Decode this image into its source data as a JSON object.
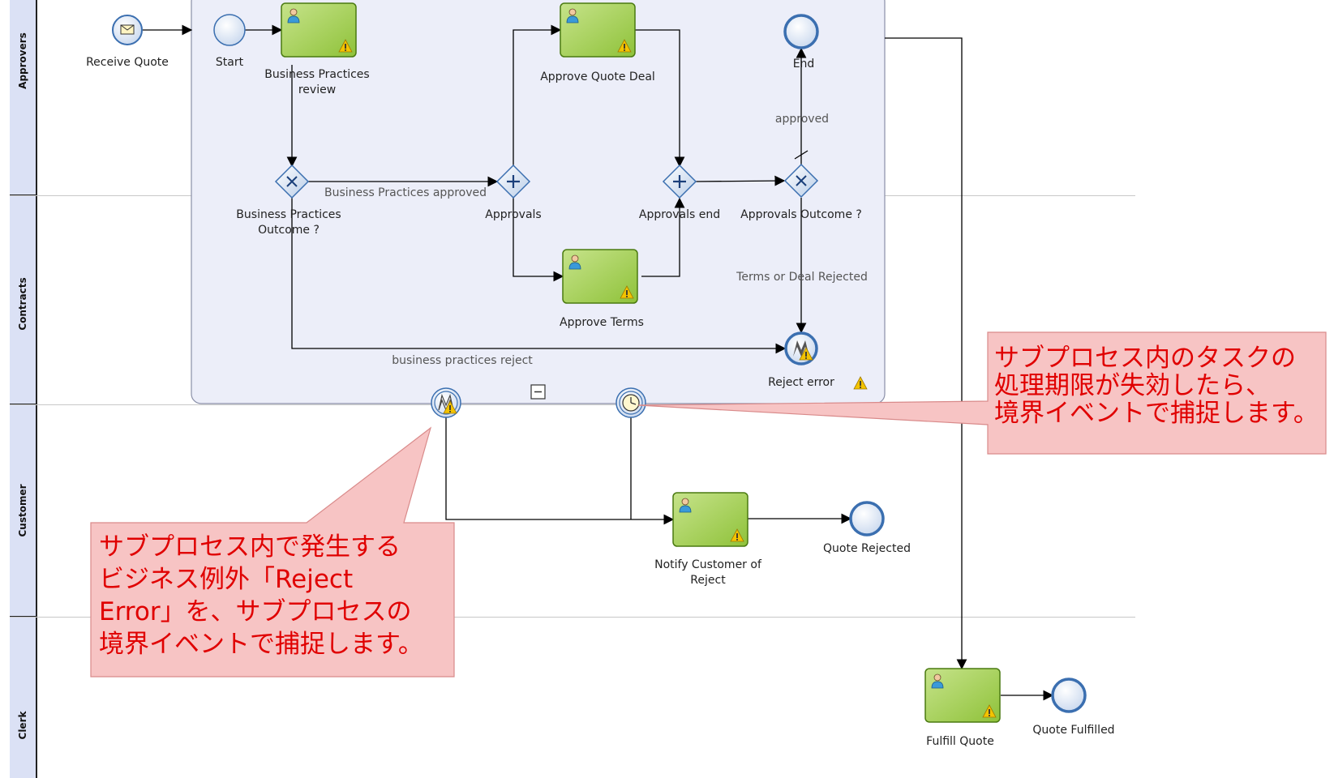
{
  "lanes": [
    {
      "name": "Approvers"
    },
    {
      "name": "Contracts"
    },
    {
      "name": "Customer"
    },
    {
      "name": "Clerk"
    }
  ],
  "nodes": {
    "receive_quote": "Receive Quote",
    "start": "Start",
    "bp_review": [
      "Business Practices",
      "review"
    ],
    "approve_quote_deal": "Approve Quote Deal",
    "end": "End",
    "bp_outcome": [
      "Business Practices",
      "Outcome ?"
    ],
    "approvals": "Approvals",
    "approvals_end": "Approvals end",
    "approvals_outcome": "Approvals Outcome ?",
    "approve_terms": "Approve Terms",
    "reject_error": "Reject error",
    "notify_customer": [
      "Notify Customer of",
      "Reject"
    ],
    "quote_rejected": "Quote Rejected",
    "fulfill_quote": "Fulfill Quote",
    "quote_fulfilled": "Quote Fulfilled"
  },
  "flows": {
    "bp_approved": "Business Practices approved",
    "approved": "approved",
    "terms_rejected": "Terms or Deal Rejected",
    "bp_reject": "business practices reject"
  },
  "callouts": {
    "timer": [
      "サブプロセス内のタスクの",
      "処理期限が失効したら、",
      "境界イベントで捕捉します。"
    ],
    "error": [
      "サブプロセス内で発生する",
      "ビジネス例外「Reject",
      "Error」を、サブプロセスの",
      "境界イベントで捕捉します。"
    ]
  },
  "colors": {
    "task_fill": "#a6cf4e",
    "lane_header": "#dbe1f5",
    "subprocess_fill": "#eceef9",
    "callout_fill": "#f7c4c4",
    "callout_text": "#e00000"
  }
}
